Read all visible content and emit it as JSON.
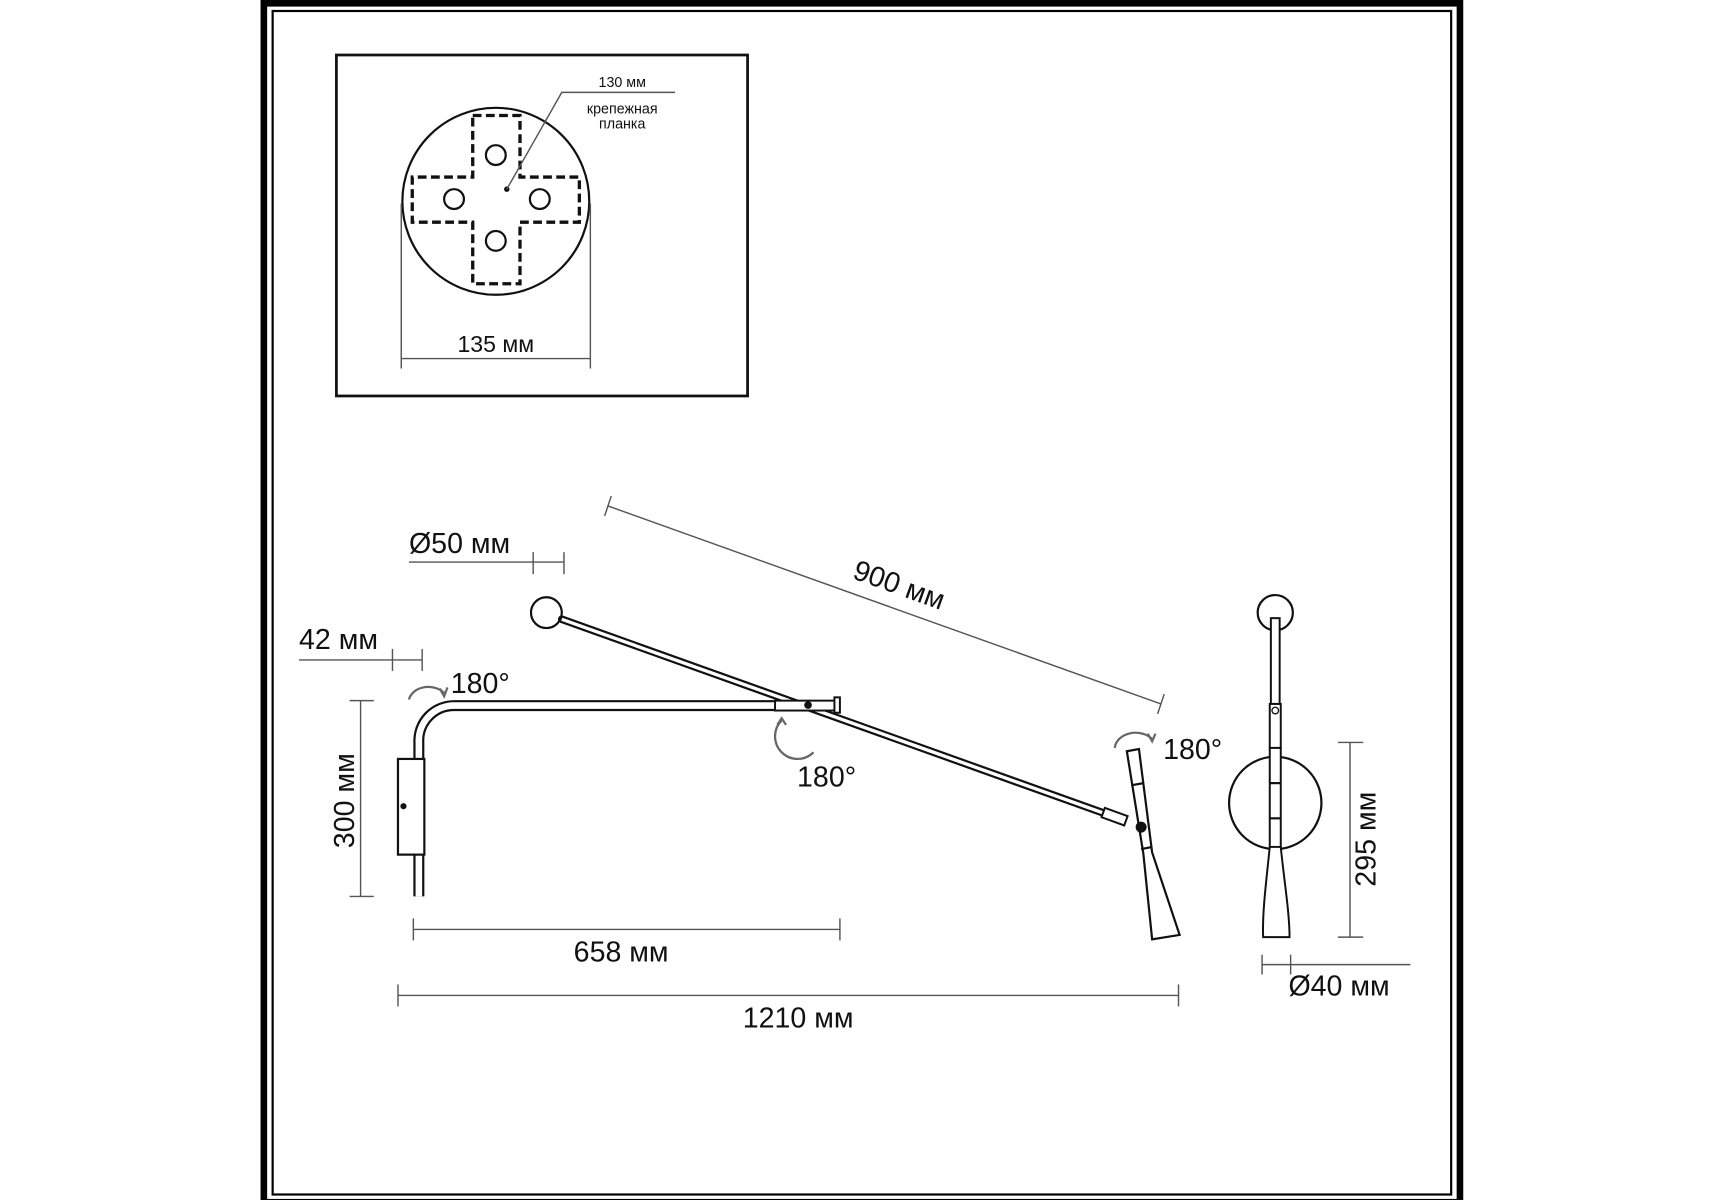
{
  "mount_detail": {
    "plate_label": "130 мм",
    "plate_caption_line1": "крепежная",
    "plate_caption_line2": "планка",
    "base_diameter": "135 мм"
  },
  "side_view": {
    "ball_diameter": "Ø50 мм",
    "wall_offset": "42 мм",
    "rotation_base": "180°",
    "rotation_joint": "180°",
    "rotation_head": "180°",
    "height": "300 мм",
    "arm_length": "900 мм",
    "bracket_reach": "658 мм",
    "total_reach": "1210 мм"
  },
  "front_view": {
    "head_length": "295 мм",
    "head_diameter": "Ø40 мм"
  },
  "colors": {
    "line": "#111111",
    "dimension": "#555555",
    "arrow": "#666666"
  }
}
